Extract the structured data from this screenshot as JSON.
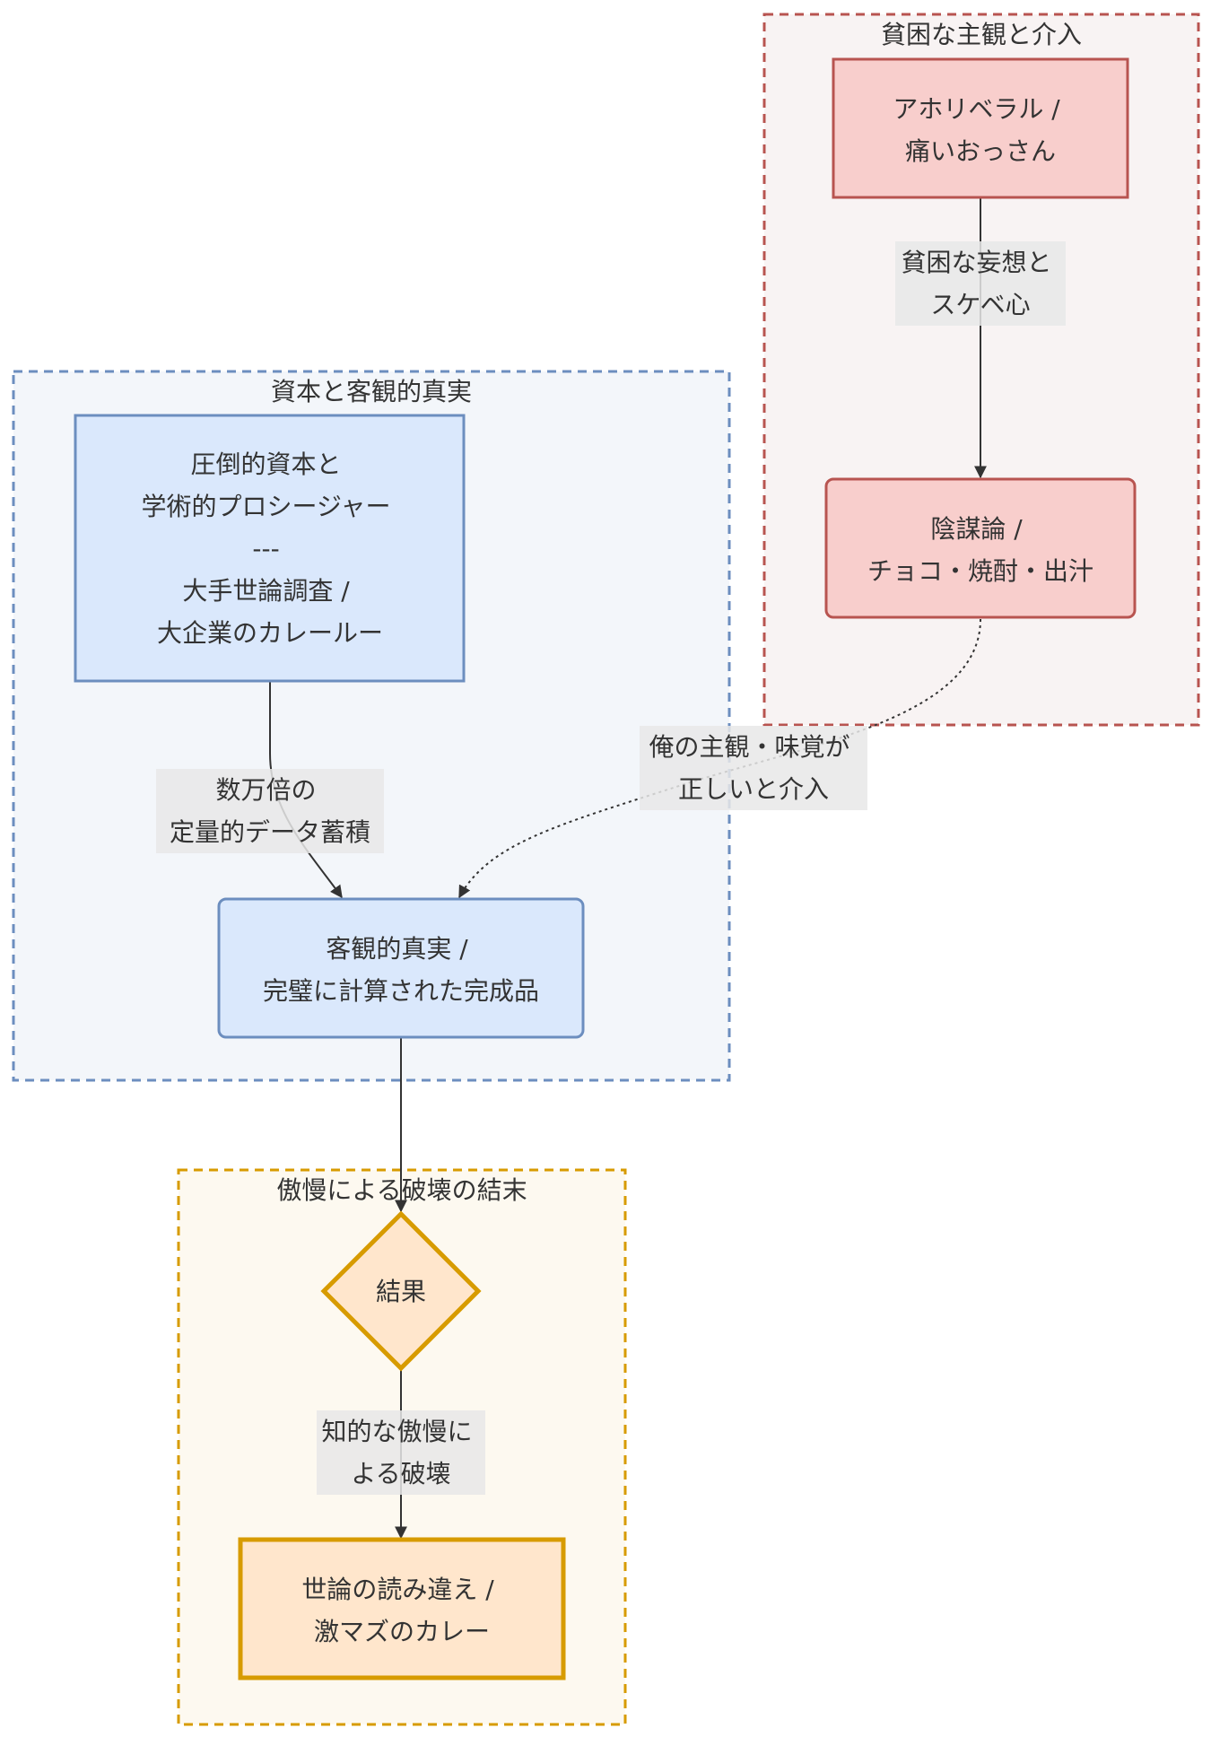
{
  "colors": {
    "red_cluster_stroke": "#b85450",
    "red_cluster_fill": "#f8f3f3",
    "red_node_fill": "#f8cecc",
    "blue_cluster_stroke": "#6c8ebf",
    "blue_cluster_fill": "#f3f6fa",
    "blue_node_fill": "#dae8fc",
    "gold_cluster_stroke": "#d79b00",
    "gold_cluster_fill": "#fdf9f0",
    "gold_node_fill": "#ffe6cc",
    "edge": "#333333",
    "edge_label_bg": "#e8e8e8"
  },
  "clusters": {
    "poverty": {
      "title": "貧困な主観と介入"
    },
    "capital": {
      "title": "資本と客観的真実"
    },
    "arrogance": {
      "title": "傲慢による破壊の結末"
    }
  },
  "nodes": {
    "aholiberal": {
      "lines": [
        "アホリベラル /",
        "痛いおっさん"
      ]
    },
    "conspiracy": {
      "lines": [
        "陰謀論 /",
        "チョコ・焼酎・出汁"
      ]
    },
    "capital": {
      "lines": [
        "圧倒的資本と",
        "学術的プロシージャー",
        "---",
        "大手世論調査 /",
        "大企業のカレールー"
      ]
    },
    "objective": {
      "lines": [
        "客観的真実 /",
        "完璧に計算された完成品"
      ]
    },
    "result": {
      "lines": [
        "結果"
      ]
    },
    "misread": {
      "lines": [
        "世論の読み違え /",
        "激マズのカレー"
      ]
    }
  },
  "edges": {
    "e1": {
      "lines": [
        "貧困な妄想と",
        "スケベ心"
      ]
    },
    "e2": {
      "lines": [
        "俺の主観・味覚が",
        "正しいと介入"
      ]
    },
    "e3": {
      "lines": [
        "数万倍の",
        "定量的データ蓄積"
      ]
    },
    "e4": {
      "lines": []
    },
    "e5": {
      "lines": [
        "知的な傲慢に",
        "よる破壊"
      ]
    }
  }
}
